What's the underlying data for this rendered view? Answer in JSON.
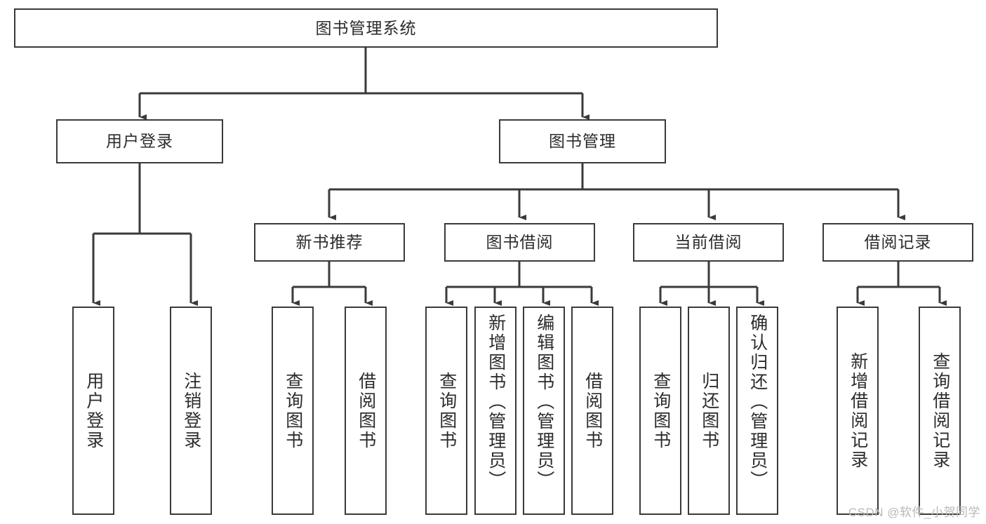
{
  "diagram": {
    "title": "图书管理系统",
    "type": "tree",
    "root": {
      "label": "图书管理系统"
    },
    "level2": [
      {
        "id": "user-login",
        "label": "用户登录"
      },
      {
        "id": "book-manage",
        "label": "图书管理"
      }
    ],
    "level3": [
      {
        "id": "new-book-recommend",
        "label": "新书推荐",
        "parent": "book-manage"
      },
      {
        "id": "book-borrow",
        "label": "图书借阅",
        "parent": "book-manage"
      },
      {
        "id": "current-borrow",
        "label": "当前借阅",
        "parent": "book-manage"
      },
      {
        "id": "borrow-record",
        "label": "借阅记录",
        "parent": "book-manage"
      }
    ],
    "leaves": {
      "user_login": [
        {
          "id": "leaf-user-login",
          "label": "用户登录"
        },
        {
          "id": "leaf-logout",
          "label": "注销登录"
        }
      ],
      "new_book_recommend": [
        {
          "id": "leaf-query-book-1",
          "label": "查询图书"
        },
        {
          "id": "leaf-borrow-book-1",
          "label": "借阅图书"
        }
      ],
      "book_borrow": [
        {
          "id": "leaf-query-book-2",
          "label": "查询图书"
        },
        {
          "id": "leaf-add-book",
          "label": "新增图书（管理员）"
        },
        {
          "id": "leaf-edit-book",
          "label": "编辑图书（管理员）"
        },
        {
          "id": "leaf-borrow-book-2",
          "label": "借阅图书"
        }
      ],
      "current_borrow": [
        {
          "id": "leaf-query-book-3",
          "label": "查询图书"
        },
        {
          "id": "leaf-return-book",
          "label": "归还图书"
        },
        {
          "id": "leaf-confirm-return",
          "label": "确认归还（管理员）"
        }
      ],
      "borrow_record": [
        {
          "id": "leaf-add-record",
          "label": "新增借阅记录"
        },
        {
          "id": "leaf-query-record",
          "label": "查询借阅记录"
        }
      ]
    }
  },
  "watermark": {
    "text": "CSDN @软件_小贺同学"
  },
  "colors": {
    "stroke": "#3a3a3a",
    "text": "#2c2c2c",
    "background": "#ffffff",
    "watermark": "#b9b9b9"
  }
}
